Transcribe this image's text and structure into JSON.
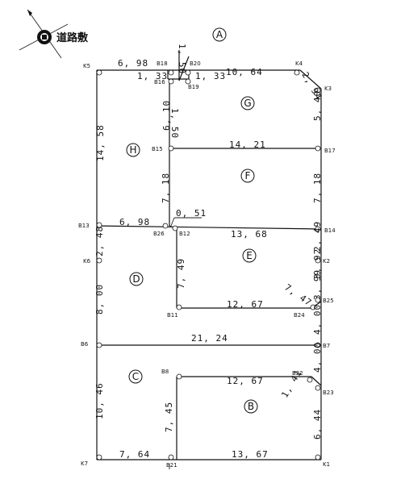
{
  "compass": {
    "label": "道路敷",
    "icon": "compass-rose-icon"
  },
  "lots": [
    "A",
    "B",
    "C",
    "D",
    "E",
    "F",
    "G",
    "H"
  ],
  "points": {
    "K5": "K5",
    "B18": "B18",
    "B20": "B20",
    "K4": "K4",
    "K3": "K3",
    "B16": "B16",
    "B19": "B19",
    "B15": "B15",
    "B17": "B17",
    "B13": "B13",
    "B26": "B26",
    "B12": "B12",
    "B14": "B14",
    "K6": "K6",
    "K2": "K2",
    "B11": "B11",
    "B24": "B24",
    "B25": "B25",
    "B6": "B6",
    "B7": "B7",
    "B8": "B8",
    "B22": "B22",
    "B23": "B23",
    "K7": "K7",
    "B21": "B21",
    "K1": "K1"
  },
  "dims": {
    "top_left": "6, 98",
    "top_right": "10, 64",
    "step_l": "1, 33",
    "step_r": "1, 33",
    "a_vert": "1, 50",
    "b16_vert": "1, 50",
    "diag_k4": "2, 94",
    "g_right": "5, 40",
    "g_left": "6, 10",
    "h_left": "14, 58",
    "line_b15": "14, 21",
    "f_left": "7, 18",
    "f_right": "7, 18",
    "line_b13": "6, 98",
    "small": "0, 51",
    "line_b12": "13, 68",
    "d_left1": "2, 48",
    "d_left2": "8, 00",
    "e_left": "7, 49",
    "k2_a": "2, 49",
    "k2_b": "3, 92",
    "k2_c": "3, 99",
    "diag_b25": "7, 47",
    "line_b11": "12, 67",
    "b7_up": "4, 00",
    "line_b6": "21, 24",
    "b7_down": "4, 00",
    "line_b8": "12, 67",
    "diag_b23": "1, 41",
    "c_left": "10, 46",
    "b_left": "7, 45",
    "b_right": "6, 44",
    "bot_left": "7, 64",
    "bot_right": "13, 67"
  }
}
